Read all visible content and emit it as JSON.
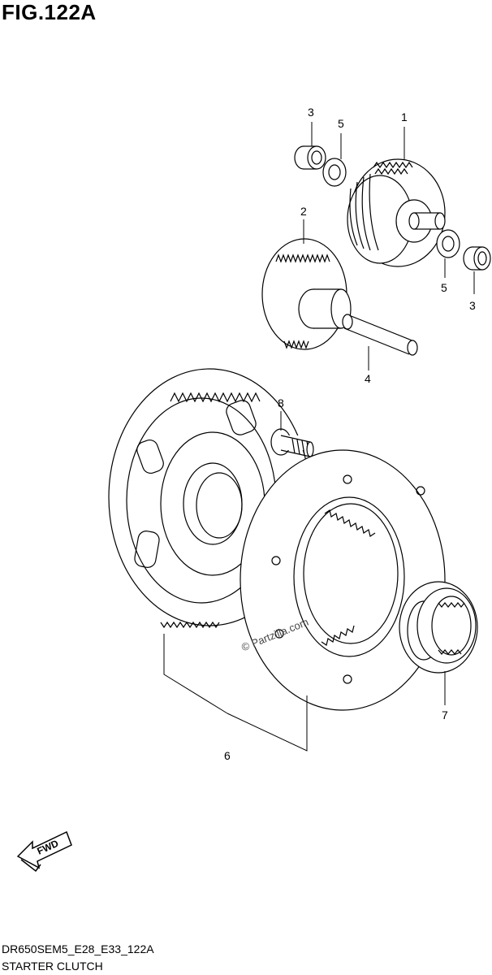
{
  "figure": {
    "title": "FIG.122A",
    "code": "DR650SEM5_E28_E33_122A",
    "name": "STARTER CLUTCH"
  },
  "callouts": [
    {
      "id": "3a",
      "label": "3"
    },
    {
      "id": "5a",
      "label": "5"
    },
    {
      "id": "1",
      "label": "1"
    },
    {
      "id": "2",
      "label": "2"
    },
    {
      "id": "5b",
      "label": "5"
    },
    {
      "id": "3b",
      "label": "3"
    },
    {
      "id": "4",
      "label": "4"
    },
    {
      "id": "8",
      "label": "8"
    },
    {
      "id": "7",
      "label": "7"
    },
    {
      "id": "6",
      "label": "6"
    }
  ],
  "direction_badge": "FWD",
  "watermark": "© Partzilla.com"
}
